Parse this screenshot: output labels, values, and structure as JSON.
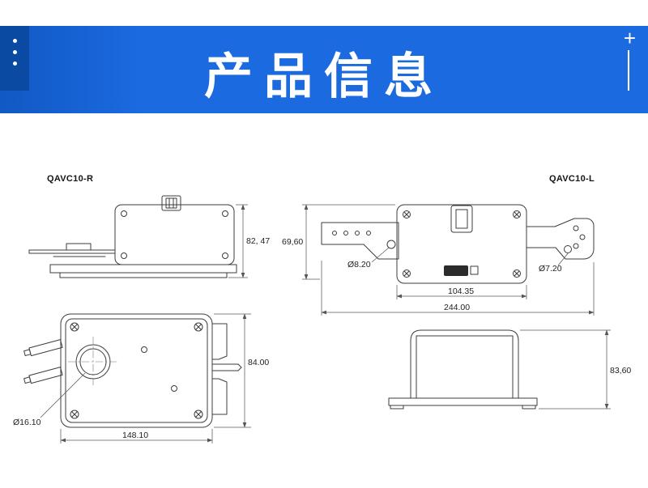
{
  "header": {
    "title": "产品信息",
    "plus_symbol": "+"
  },
  "models": {
    "right": "QAVC10-R",
    "left": "QAVC10-L"
  },
  "dimensions": {
    "side_height": "82, 47",
    "arm_offset": "69,60",
    "left_hole_dia": "Ø8.20",
    "right_hole_dia": "Ø7.20",
    "body_width": "104.35",
    "overall_width": "244.00",
    "body_depth": "84.00",
    "shaft_dia": "Ø16.10",
    "base_width": "148.10",
    "front_height": "83,60"
  },
  "colors": {
    "banner_blue": "#1b6ae0",
    "banner_dark": "#0b4aa2",
    "drawing_line": "#3c3c3c"
  }
}
